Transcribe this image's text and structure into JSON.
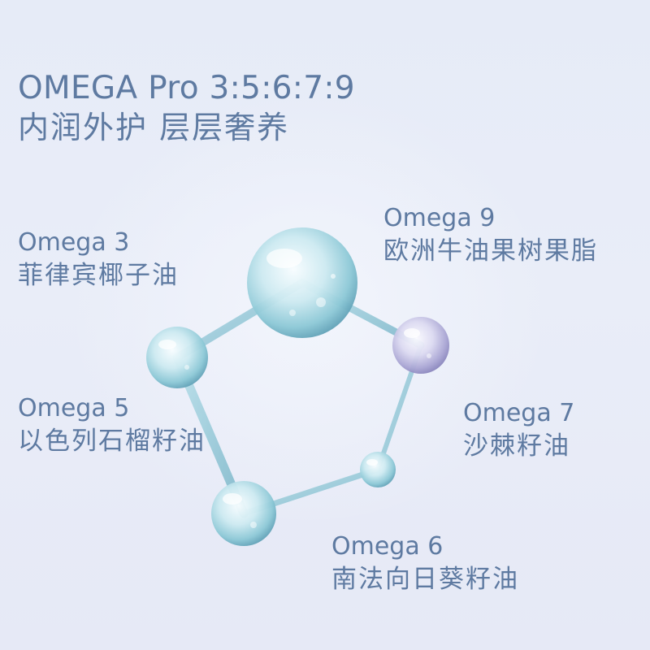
{
  "headline": {
    "line1": "OMEGA Pro 3:5:6:7:9",
    "line2": "内润外护 层层奢养"
  },
  "labels": [
    {
      "id": "omega3",
      "name": "Omega 3",
      "oil": "菲律宾椰子油"
    },
    {
      "id": "omega5",
      "name": "Omega 5",
      "oil": "以色列石榴籽油"
    },
    {
      "id": "omega6",
      "name": "Omega 6",
      "oil": "南法向日葵籽油"
    },
    {
      "id": "omega7",
      "name": "Omega 7",
      "oil": "沙棘籽油"
    },
    {
      "id": "omega9",
      "name": "Omega 9",
      "oil": "欧洲牛油果树果脂"
    }
  ],
  "colors": {
    "text": "#5e7aa1",
    "background": "#e8ecf8",
    "droplet_blue": "#8fd0dd",
    "droplet_lavender": "#b9b6dc"
  }
}
